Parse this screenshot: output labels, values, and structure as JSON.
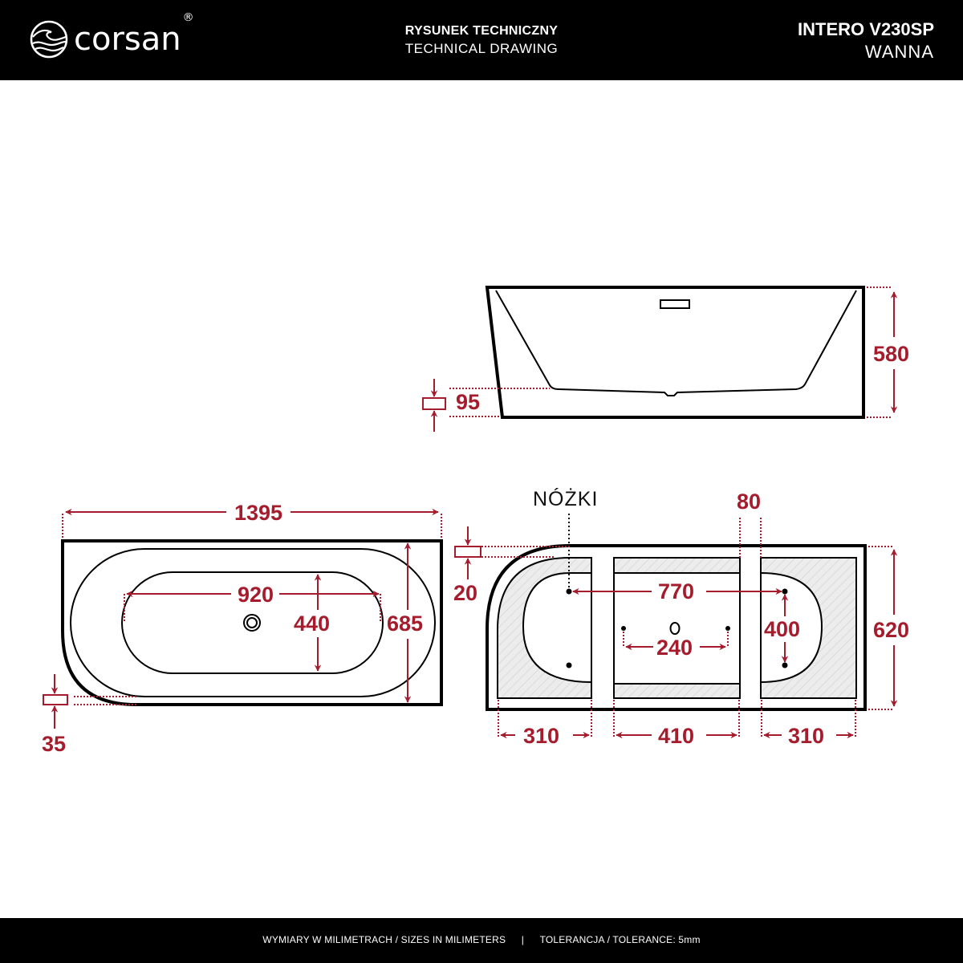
{
  "header": {
    "brand": "corsan",
    "brand_mark": "®",
    "title_pl": "RYSUNEK TECHNICZNY",
    "title_en": "TECHNICAL DRAWING",
    "model": "INTERO V230SP",
    "product_type": "WANNA"
  },
  "footer": {
    "units": "WYMIARY W MILIMETRACH / SIZES IN MILIMETERS",
    "separator": "|",
    "tolerance": "TOLERANCJA / TOLERANCE: 5mm"
  },
  "colors": {
    "dimension": "#a51c2d",
    "outline": "#000000",
    "hatch": "#e6e6e6",
    "bar": "#000000"
  },
  "side_view": {
    "height": "580",
    "floor_thickness": "95"
  },
  "top_view": {
    "length": "1395",
    "width": "685",
    "inner_length": "920",
    "inner_width": "440",
    "rim_offset": "35"
  },
  "bottom_view": {
    "legs_label": "NÓŻKI",
    "rib_width": "80",
    "rim": "20",
    "leg_span": "770",
    "leg_spacing_end": "400",
    "center_leg_spacing": "240",
    "width": "620",
    "section_left": "310",
    "section_center": "410",
    "section_right": "310"
  }
}
